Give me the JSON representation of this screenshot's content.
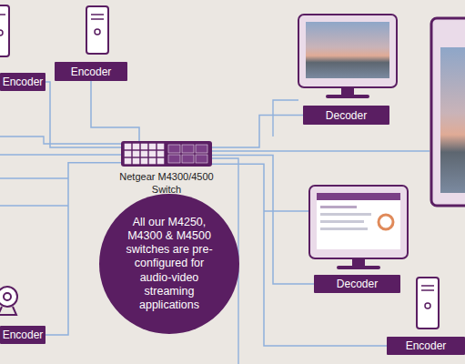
{
  "diagram": {
    "nodes": [
      {
        "text": [
          "Encoder"
        ]
      },
      {
        "text": [
          "Encoder"
        ]
      },
      {
        "text": [
          "Decoder"
        ]
      },
      {
        "text": [
          "Netgear M4300/4500 Switch"
        ]
      },
      {
        "text": [
          "All our M4250, M4300 & M4500 switches are pre-configured for audio-video streaming applications"
        ]
      },
      {
        "text": [
          "Decoder"
        ]
      },
      {
        "text": [
          "Encoder"
        ]
      },
      {
        "text": [
          "Encoder"
        ]
      }
    ],
    "edges": [
      {
        "from": 1,
        "to": 3,
        "arrow": "none"
      },
      {
        "from": 0,
        "to": 3,
        "arrow": "none"
      },
      {
        "from": 3,
        "to": 2,
        "arrow": "none"
      },
      {
        "from": 3,
        "to": 5,
        "arrow": "none"
      },
      {
        "from": 6,
        "to": 3,
        "arrow": "none"
      },
      {
        "from": 3,
        "to": 7,
        "arrow": "none"
      }
    ]
  }
}
